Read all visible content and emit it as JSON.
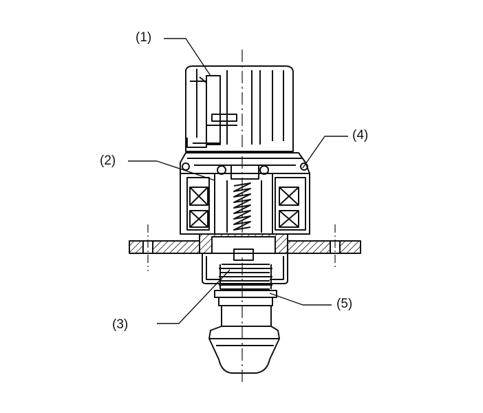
{
  "figure": {
    "callouts": [
      {
        "id": "c1",
        "label": "(1)"
      },
      {
        "id": "c2",
        "label": "(2)"
      },
      {
        "id": "c3",
        "label": "(3)"
      },
      {
        "id": "c4",
        "label": "(4)"
      },
      {
        "id": "c5",
        "label": "(5)"
      }
    ]
  },
  "colors": {
    "line": "#111111",
    "background": "#ffffff"
  }
}
